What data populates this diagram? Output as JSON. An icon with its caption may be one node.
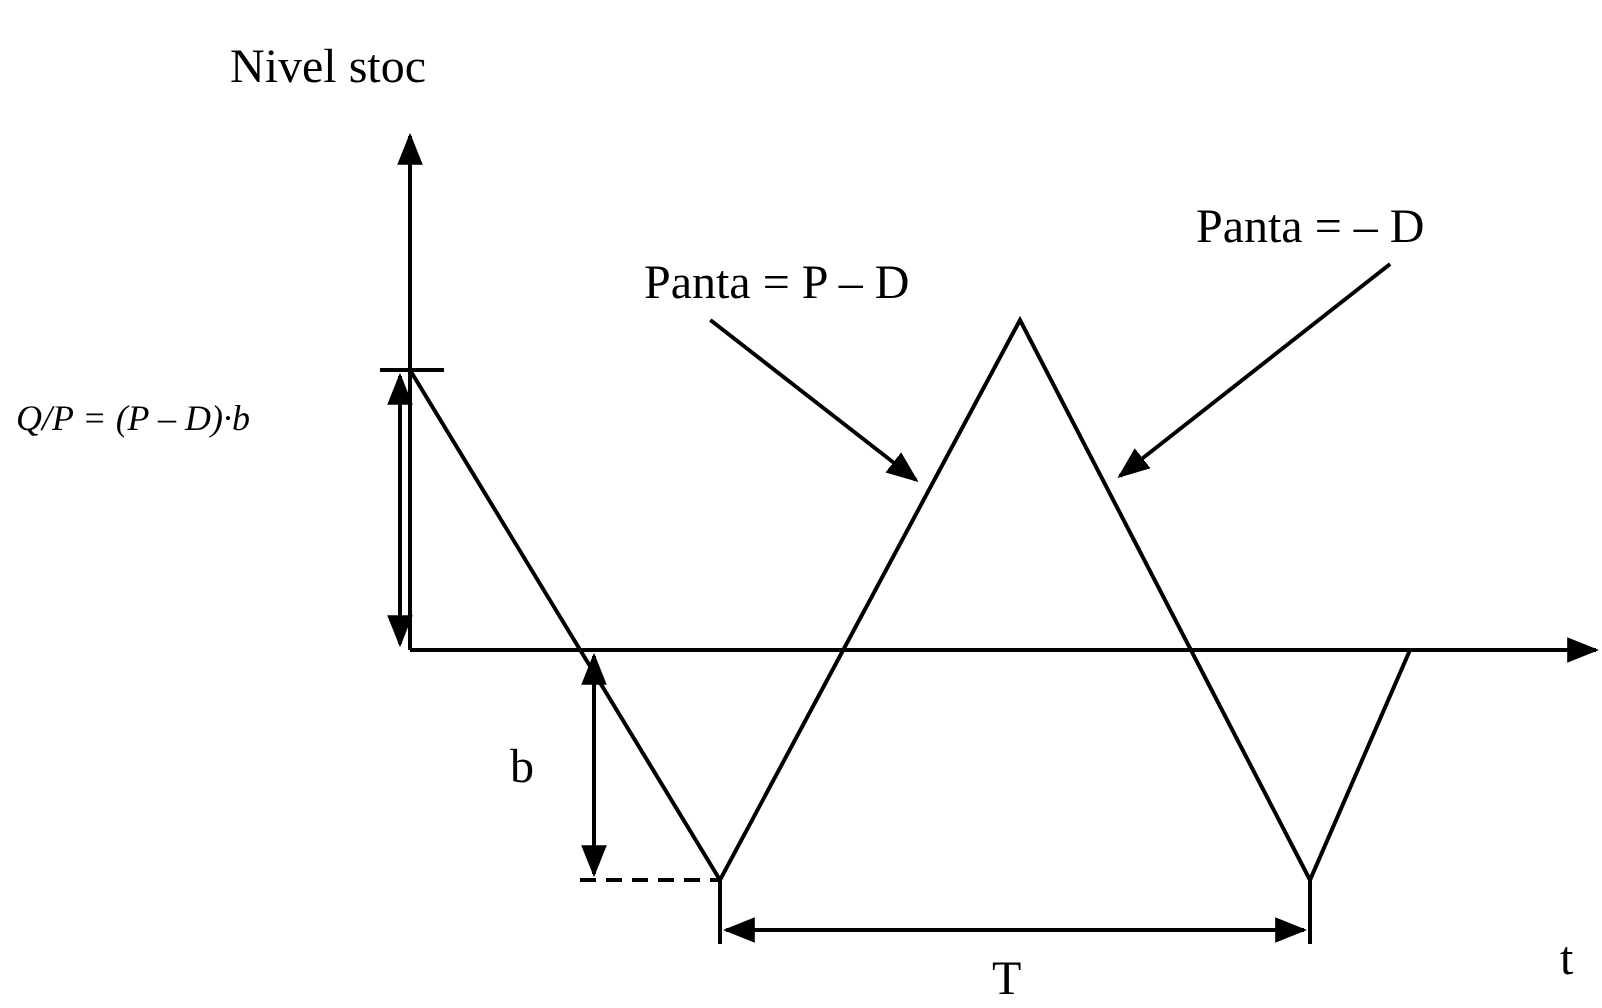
{
  "diagram": {
    "nodes": [
      {
        "text": [
          "Panta = P – D"
        ]
      },
      {
        "text": [
          "Panta = – D"
        ]
      }
    ],
    "edges": [
      {
        "from": 0,
        "to": null,
        "arrow": "to"
      },
      {
        "from": 1,
        "to": null,
        "arrow": "to"
      }
    ],
    "labels": [
      "Nivel stoc",
      "Q/P = (P – D)·b",
      "b",
      "T",
      "t"
    ]
  }
}
